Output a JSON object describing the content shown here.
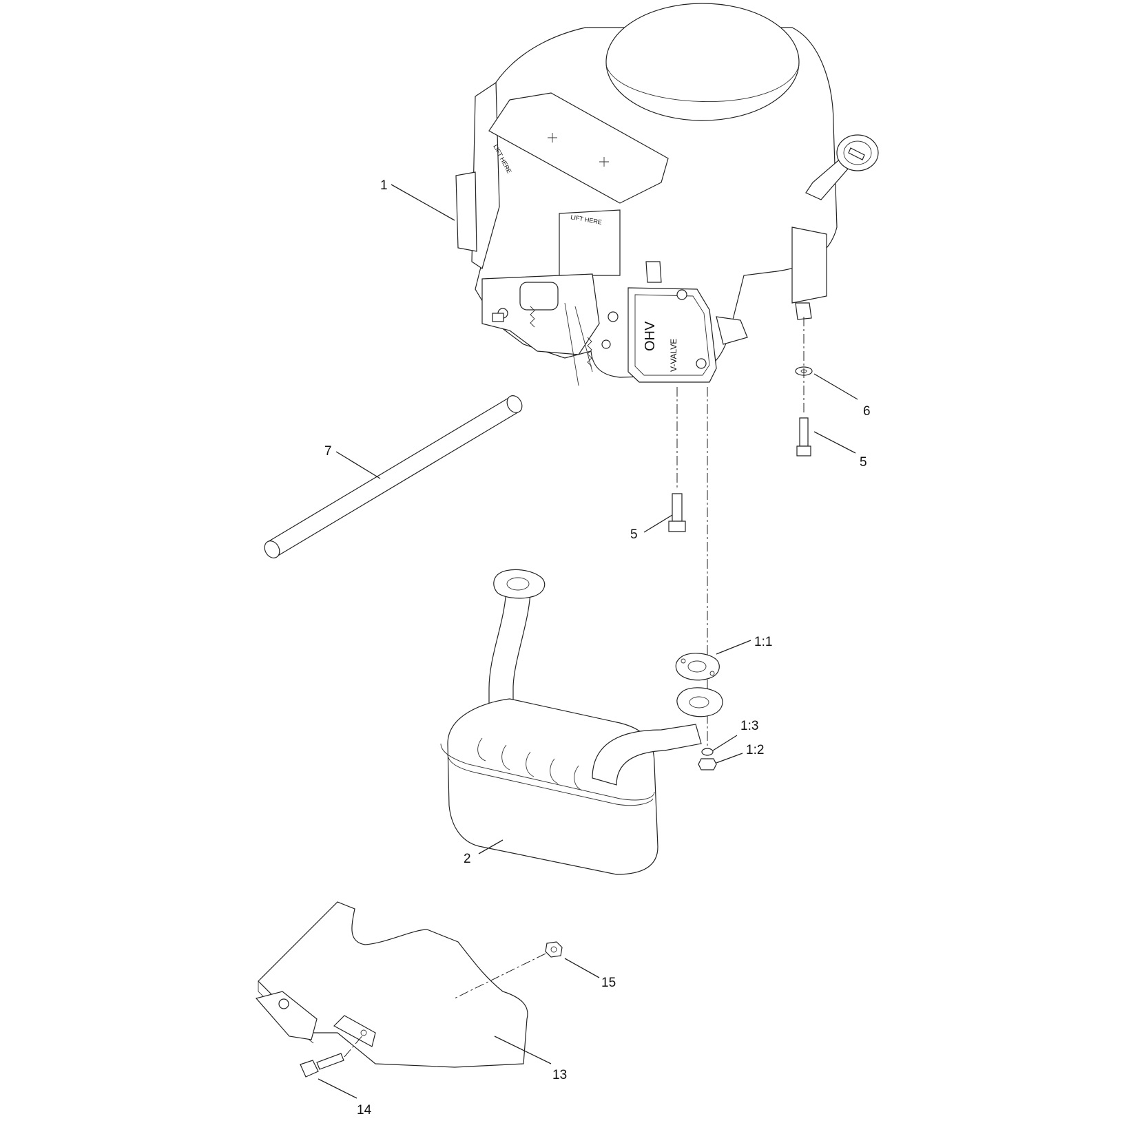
{
  "callouts": {
    "c1": "1",
    "c2": "2",
    "c5a": "5",
    "c5b": "5",
    "c6": "6",
    "c7": "7",
    "c11": "1:1",
    "c12": "1:2",
    "c13": "1:3",
    "c13b": "13",
    "c14": "14",
    "c15": "15"
  },
  "engine_markings": {
    "lift_here_top": "LIFT HERE",
    "lift_here_side": "LIFT HERE",
    "valve_cover_1": "OHV",
    "valve_cover_2": "V-VALVE"
  }
}
